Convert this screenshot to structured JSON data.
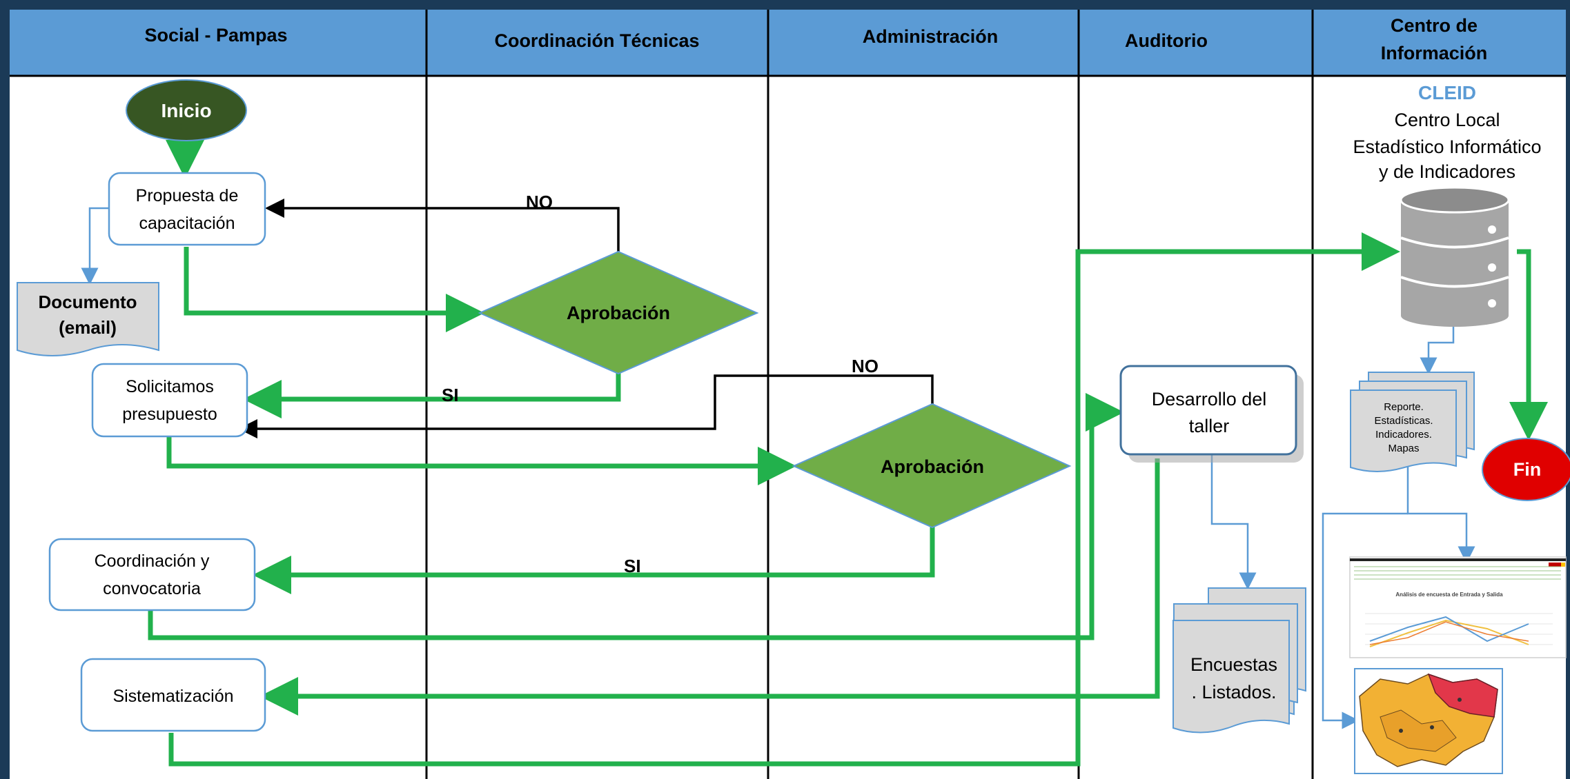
{
  "lanes": [
    {
      "label": "Social - Pampas"
    },
    {
      "label": "Coordinación Técnicas"
    },
    {
      "label": "Administración"
    },
    {
      "label": "Auditorio"
    },
    {
      "label_line1": "Centro de",
      "label_line2": "Información"
    }
  ],
  "nodes": {
    "inicio": "Inicio",
    "propuesta": [
      "Propuesta de",
      "capacitación"
    ],
    "documento": [
      "Documento",
      "(email)"
    ],
    "aprobacion_1": "Aprobación",
    "solicitamos": [
      "Solicitamos",
      "presupuesto"
    ],
    "aprobacion_2": "Aprobación",
    "coordinacion": [
      "Coordinación y",
      "convocatoria"
    ],
    "sistematizacion": "Sistematización",
    "desarrollo": [
      "Desarrollo del",
      "taller"
    ],
    "encuestas": [
      "Encuestas",
      ". Listados."
    ],
    "cleid_title": "CLEID",
    "cleid_desc": [
      "Centro Local",
      "Estadístico Informático",
      "y de Indicadores"
    ],
    "reporte": [
      "Reporte.",
      "Estadísticas.",
      "Indicadores.",
      "Mapas"
    ],
    "fin": "Fin"
  },
  "edge_labels": {
    "no_1": "NO",
    "si_1": "SI",
    "no_2": "NO",
    "si_2": "SI"
  },
  "thumbnails": {
    "chart_title": "Análisis de encuesta de Entrada y Salida"
  },
  "colors": {
    "background": "#1b3a57",
    "lane_header": "#5b9bd5",
    "flow_green": "#22b14c",
    "diamond_fill": "#70ad47",
    "start_fill": "#375623",
    "end_fill": "#e00000",
    "document_fill": "#d9d9d9",
    "database_fill": "#a6a6a6",
    "cleid_title": "#5b9bd5"
  }
}
